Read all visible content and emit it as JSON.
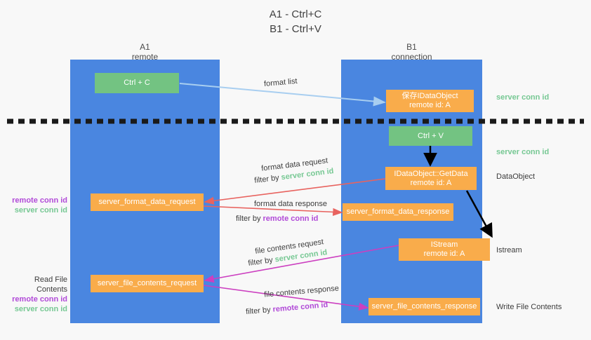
{
  "title": {
    "line1": "A1 - Ctrl+C",
    "line2": "B1 - Ctrl+V"
  },
  "columns": [
    {
      "name": "A1",
      "sub": "remote"
    },
    {
      "name": "B1",
      "sub": "connection"
    }
  ],
  "boxes": {
    "ctrl_c": {
      "line1": "Ctrl + C"
    },
    "save_idataobject": {
      "line1": "保存IDataObject",
      "line2": "remote id: A"
    },
    "ctrl_v": {
      "line1": "Ctrl + V"
    },
    "getdata": {
      "line1": "IDataObject::GetData",
      "line2": "remote id: A"
    },
    "istream": {
      "line1": "IStream",
      "line2": "remote id: A"
    },
    "server_format_data_request": {
      "line1": "server_format_data_request"
    },
    "server_format_data_response": {
      "line1": "server_format_data_response"
    },
    "server_file_contents_request": {
      "line1": "server_file_contents_request"
    },
    "server_file_contents_response": {
      "line1": "server_file_contents_response"
    }
  },
  "edges": {
    "format_list": "format list",
    "format_data_request": "format data request",
    "format_data_request_filter_prefix": "filter by ",
    "format_data_request_filter_key": "server conn id",
    "format_data_response": "format data response",
    "format_data_response_filter_prefix": "filter by ",
    "format_data_response_filter_key": "remote conn id",
    "file_contents_request": "file contents request",
    "file_contents_request_filter_prefix": "filter by ",
    "file_contents_request_filter_key": "server conn id",
    "file_contents_response": "file contents response",
    "file_contents_response_filter_prefix": "filter by ",
    "file_contents_response_filter_key": "remote conn id"
  },
  "side_labels": {
    "right_server_conn_top": "server conn id",
    "right_server_conn_mid": "server conn id",
    "right_dataobject": "DataObject",
    "right_istream": "Istream",
    "right_write_file_contents": "Write File Contents",
    "left_remote_conn_1": "remote conn id",
    "left_server_conn_1": "server conn id",
    "left_read_file_contents": "Read File Contents",
    "left_remote_conn_2": "remote conn id",
    "left_server_conn_2": "server conn id"
  },
  "colors": {
    "lane": "#4a86e0",
    "green_box": "#73c382",
    "orange_box": "#f9ac4b",
    "green_text": "#76c893",
    "purple_text": "#b14ad8",
    "red_arrow": "#e8635f",
    "magenta_arrow": "#cc3fc0",
    "light_blue_arrow": "#a8cef0",
    "black_arrow": "#000000",
    "dashed_line": "#1a1a1a"
  }
}
